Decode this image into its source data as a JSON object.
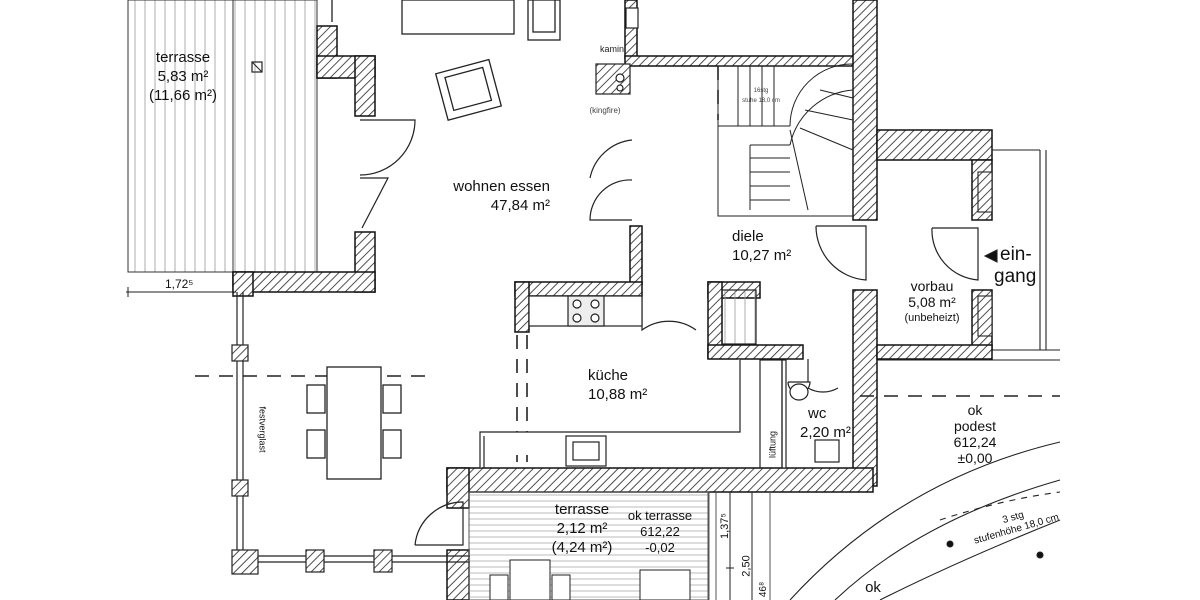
{
  "rooms": {
    "terrasse_nw": {
      "name": "terrasse",
      "area": "5,83 m²",
      "area_alt": "(11,66 m²)"
    },
    "wohnen": {
      "name": "wohnen essen",
      "area": "47,84 m²"
    },
    "diele": {
      "name": "diele",
      "area": "10,27 m²"
    },
    "vorbau": {
      "name": "vorbau",
      "area": "5,08 m²",
      "note": "(unbeheizt)"
    },
    "kueche": {
      "name": "küche",
      "area": "10,88 m²"
    },
    "wc": {
      "name": "wc",
      "area": "2,20 m²"
    },
    "terrasse_s": {
      "name": "terrasse",
      "area": "2,12 m²",
      "area_alt": "(4,24 m²)"
    }
  },
  "labels": {
    "kamin": "kamin",
    "kingfire": "(kingfire)",
    "stair_note_1": "16stg",
    "stair_note_2": "stuhe 18,0 cm",
    "eingang_1": "ein-",
    "eingang_2": "gang",
    "festverglast": "festverglast",
    "lueftung": "lüftung",
    "ok_terrasse_title": "ok terrasse",
    "ok_terrasse_value": "612,22",
    "ok_terrasse_delta": "-0,02",
    "ok_podest_1": "ok",
    "ok_podest_2": "podest",
    "ok_podest_value": "612,24",
    "ok_podest_delta": "±0,00",
    "stairs_outside_1": "3 stg",
    "stairs_outside_2": "stufenhöhe 18,0 cm",
    "ok_bottom": "ok"
  },
  "dimensions": {
    "d1": "1,72⁵",
    "d2": "1,37⁵",
    "d3": "2,50",
    "d4": "46⁸"
  }
}
